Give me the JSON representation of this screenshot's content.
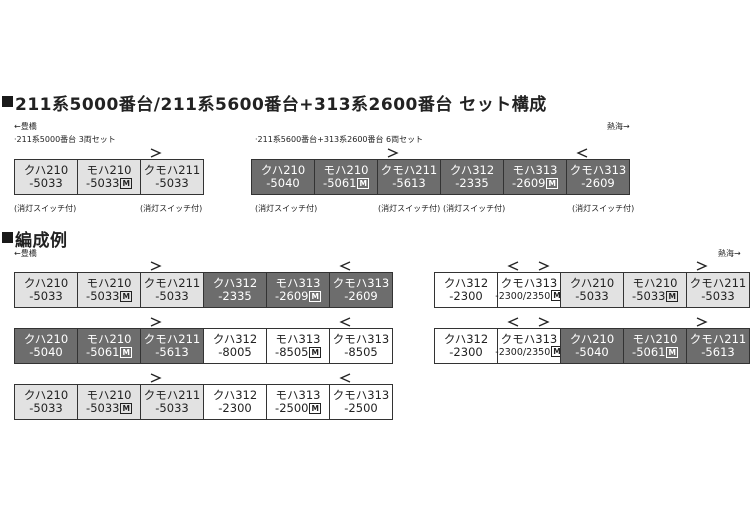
{
  "title": "211系5000番台/211系5600番台+313系2600番台 セット構成",
  "section2_title": "編成例",
  "dir_left": "←豊橋",
  "dir_right": "熱海→",
  "set_a_label": "·211系5000番台 3両セット",
  "set_b_label": "·211系5600番台+313系2600番台 6両セット",
  "light_switch": "(消灯スイッチ付)",
  "motor_mark": "M",
  "set_a": [
    {
      "name": "クハ210",
      "num": "-5033",
      "tone": "light"
    },
    {
      "name": "モハ210",
      "num": "-5033",
      "motor": true,
      "tone": "light"
    },
    {
      "name": "クモハ211",
      "num": "-5033",
      "tone": "light"
    }
  ],
  "set_b": [
    {
      "name": "クハ210",
      "num": "-5040",
      "tone": "dark"
    },
    {
      "name": "モハ210",
      "num": "-5061",
      "motor": true,
      "tone": "dark"
    },
    {
      "name": "クモハ211",
      "num": "-5613",
      "tone": "dark"
    },
    {
      "name": "クハ312",
      "num": "-2335",
      "tone": "dark"
    },
    {
      "name": "モハ313",
      "num": "-2609",
      "motor": true,
      "tone": "dark"
    },
    {
      "name": "クモハ313",
      "num": "-2609",
      "tone": "dark"
    }
  ],
  "ex1": [
    {
      "name": "クハ210",
      "num": "-5033",
      "tone": "light"
    },
    {
      "name": "モハ210",
      "num": "-5033",
      "motor": true,
      "tone": "light"
    },
    {
      "name": "クモハ211",
      "num": "-5033",
      "tone": "light"
    },
    {
      "name": "クハ312",
      "num": "-2335",
      "tone": "dark"
    },
    {
      "name": "モハ313",
      "num": "-2609",
      "motor": true,
      "tone": "dark"
    },
    {
      "name": "クモハ313",
      "num": "-2609",
      "tone": "dark"
    }
  ],
  "ex2": [
    {
      "name": "クハ210",
      "num": "-5040",
      "tone": "dark"
    },
    {
      "name": "モハ210",
      "num": "-5061",
      "motor": true,
      "tone": "dark"
    },
    {
      "name": "クモハ211",
      "num": "-5613",
      "tone": "dark"
    },
    {
      "name": "クハ312",
      "num": "-8005",
      "tone": "white"
    },
    {
      "name": "モハ313",
      "num": "-8505",
      "motor": true,
      "tone": "white"
    },
    {
      "name": "クモハ313",
      "num": "-8505",
      "tone": "white"
    }
  ],
  "ex3": [
    {
      "name": "クハ210",
      "num": "-5033",
      "tone": "light"
    },
    {
      "name": "モハ210",
      "num": "-5033",
      "motor": true,
      "tone": "light"
    },
    {
      "name": "クモハ211",
      "num": "-5033",
      "tone": "light"
    },
    {
      "name": "クハ312",
      "num": "-2300",
      "tone": "white"
    },
    {
      "name": "モハ313",
      "num": "-2500",
      "motor": true,
      "tone": "white"
    },
    {
      "name": "クモハ313",
      "num": "-2500",
      "tone": "white"
    }
  ],
  "ex4": [
    {
      "name": "クハ312",
      "num": "-2300",
      "tone": "white"
    },
    {
      "name": "クモハ313",
      "num": "-2300/2350",
      "motor": true,
      "tone": "white",
      "smallnum": true
    },
    {
      "name": "クハ210",
      "num": "-5033",
      "tone": "light"
    },
    {
      "name": "モハ210",
      "num": "-5033",
      "motor": true,
      "tone": "light"
    },
    {
      "name": "クモハ211",
      "num": "-5033",
      "tone": "light"
    }
  ],
  "ex5": [
    {
      "name": "クハ312",
      "num": "-2300",
      "tone": "white"
    },
    {
      "name": "クモハ313",
      "num": "-2300/2350",
      "motor": true,
      "tone": "white",
      "smallnum": true
    },
    {
      "name": "クハ210",
      "num": "-5040",
      "tone": "dark"
    },
    {
      "name": "モハ210",
      "num": "-5061",
      "motor": true,
      "tone": "dark"
    },
    {
      "name": "クモハ211",
      "num": "-5613",
      "tone": "dark"
    }
  ]
}
